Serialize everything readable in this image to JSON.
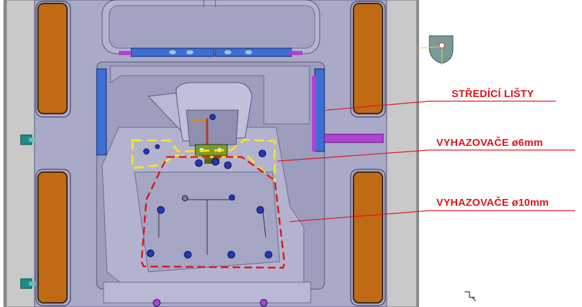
{
  "annotations": {
    "centering_strips": "STŘEDÍCÍ LIŠTY",
    "ejectors_6mm": "VYHAZOVAČE ø6mm",
    "ejectors_10mm": "VYHAZOVAČE ø10mm"
  },
  "colors": {
    "callout": "#e0141c",
    "ejector_outline_6mm": "#f2e32a",
    "ejector_outline_10mm": "#e0141c",
    "mold_body": "#a9a9c8",
    "insulation": "#c06a14",
    "ejector_pin": "#2437b8",
    "centering_strip": "#3a6fd6",
    "guide": "#b340d6"
  },
  "icons": [
    "compass-icon",
    "axis-triad-icon"
  ]
}
